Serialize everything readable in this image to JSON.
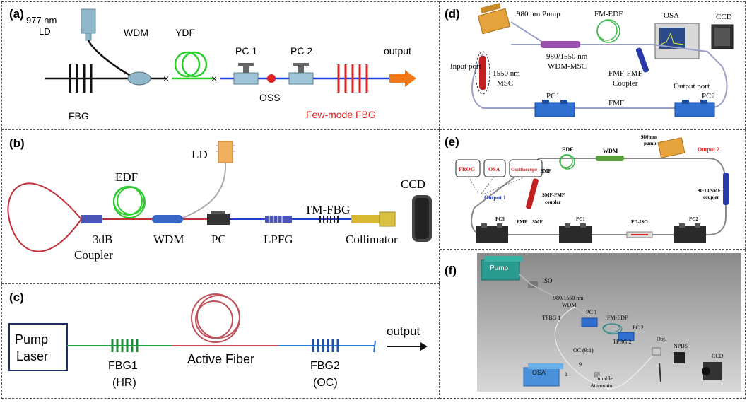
{
  "panel_a": {
    "tag": "(a)",
    "ld_line1": "977 nm",
    "ld_line2": "LD",
    "wdm": "WDM",
    "ydf": "YDF",
    "pc1": "PC 1",
    "pc2": "PC 2",
    "output": "output",
    "fbg": "FBG",
    "oss": "OSS",
    "few_mode_fbg": "Few-mode FBG"
  },
  "panel_b": {
    "tag": "(b)",
    "ld": "LD",
    "edf": "EDF",
    "tm_fbg": "TM-FBG",
    "ccd": "CCD",
    "coupler_line1": "3dB",
    "coupler_line2": "Coupler",
    "wdm": "WDM",
    "pc": "PC",
    "lpfg": "LPFG",
    "collimator": "Collimator"
  },
  "panel_c": {
    "tag": "(c)",
    "pump_line1": "Pump",
    "pump_line2": "Laser",
    "output": "output",
    "fbg1": "FBG1",
    "fbg1_sub": "(HR)",
    "active_fiber": "Active Fiber",
    "fbg2": "FBG2",
    "fbg2_sub": "(OC)"
  },
  "panel_d": {
    "tag": "(d)",
    "pump": "980 nm Pump",
    "fm_edf": "FM-EDF",
    "osa": "OSA",
    "ccd": "CCD",
    "wdm_line1": "980/1550 nm",
    "wdm_line2": "WDM-MSC",
    "input_port": "Input port",
    "msc_line1": "1550 nm",
    "msc_line2": "MSC",
    "coupler_line1": "FMF-FMF",
    "coupler_line2": "Coupler",
    "output_port": "Output port",
    "pc1": "PC1",
    "pc2": "PC2",
    "fmf": "FMF"
  },
  "panel_e": {
    "tag": "(e)",
    "pump_line1": "980 nm",
    "pump_line2": "pump",
    "output2": "Output 2",
    "edf": "EDF",
    "wdm": "WDM",
    "frog": "FROG",
    "osa": "OSA",
    "oscilloscope": "Oscilloscope",
    "smf_top": "SMF",
    "output1": "Output 1",
    "smf_fmf_line1": "SMF-FMF",
    "smf_fmf_line2": "coupler",
    "smf_coupler_line1": "90:10 SMF",
    "smf_coupler_line2": "coupler",
    "pc3": "PC3",
    "fmf": "FMF",
    "smf_bottom": "SMF",
    "pc1": "PC1",
    "pd_iso": "PD-ISO",
    "pc2": "PC2"
  },
  "panel_f": {
    "tag": "(f)",
    "pump": "Pump",
    "iso": "ISO",
    "wdm_line1": "980/1550 nm",
    "wdm_line2": "WDM",
    "tfbg1": "TFBG 1",
    "pc1": "PC 1",
    "fm_edf": "FM-EDF",
    "pc2": "PC 2",
    "tfbg2": "TFBG 2",
    "obj": "Obj.",
    "npbs": "NPBS",
    "oc": "OC (9:1)",
    "nine": "9",
    "one": "1",
    "osa": "OSA",
    "tunable_line1": "Tunable",
    "tunable_line2": "Attenuator",
    "ccd": "CCD"
  },
  "colors": {
    "blue_fiber": "#1f3fd0",
    "green_fiber": "#2ecc2e",
    "red_fbg": "#e02020",
    "orange_arrow": "#f07818",
    "red_loop": "#c0303a",
    "pump_gold": "#e6a23c",
    "pc_blue": "#2f6fd0",
    "teal": "#2a9c8f"
  }
}
